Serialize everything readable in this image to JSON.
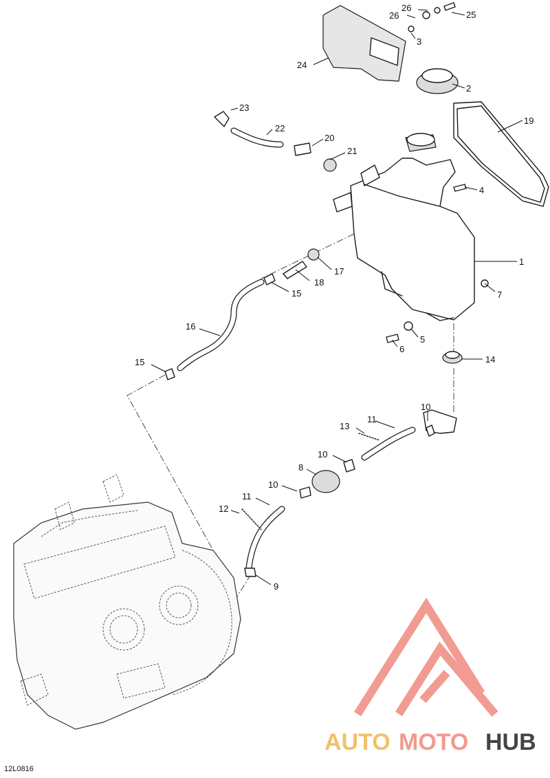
{
  "diagram": {
    "reference_code": "12L0816",
    "callouts": [
      "1",
      "2",
      "3",
      "4",
      "5",
      "6",
      "7",
      "8",
      "9",
      "10",
      "10",
      "10",
      "11",
      "11",
      "12",
      "13",
      "14",
      "15",
      "15",
      "16",
      "17",
      "18",
      "19",
      "20",
      "21",
      "22",
      "23",
      "24",
      "25",
      "26",
      "26"
    ]
  },
  "watermark": {
    "brand_part_1": "AUTO",
    "brand_part_2": "MOTO",
    "brand_part_3": "HUB",
    "colors": {
      "auto": "#f3c06a",
      "moto": "#f29a8c",
      "hub": "#444444",
      "triangle": "#f08a80"
    }
  }
}
